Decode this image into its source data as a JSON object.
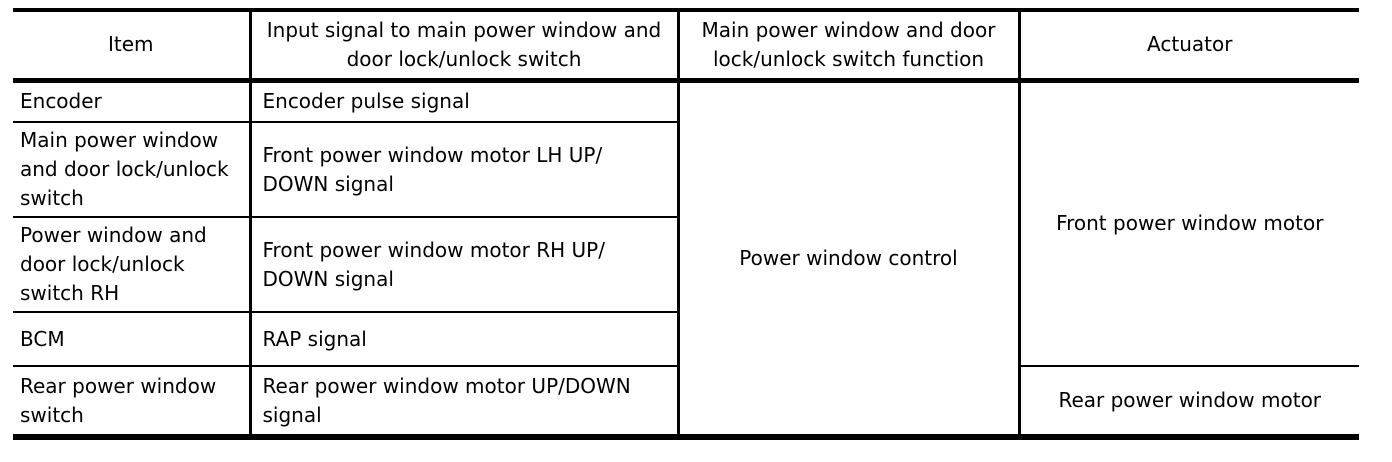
{
  "table": {
    "headers": [
      "Item",
      "Input signal to main power window and\ndoor lock/unlock switch",
      "Main power window and door\nlock/unlock switch function",
      "Actuator"
    ],
    "rows": [
      {
        "item": "Encoder",
        "input_signal": "Encoder pulse signal"
      },
      {
        "item": "Main power window\nand door lock/unlock\nswitch",
        "input_signal": "Front power window motor LH UP/\nDOWN signal"
      },
      {
        "item": "Power window and\ndoor lock/unlock\nswitch RH",
        "input_signal": "Front power window motor RH UP/\nDOWN signal"
      },
      {
        "item": "BCM",
        "input_signal": "RAP signal"
      },
      {
        "item": "Rear power window\nswitch",
        "input_signal": "Rear power window motor UP/DOWN\nsignal"
      }
    ],
    "switch_function": "Power window control",
    "actuators": [
      "Front power window motor",
      "Rear power window motor"
    ]
  },
  "colors": {
    "text": "#000000",
    "border": "#000000",
    "background": "#ffffff"
  }
}
